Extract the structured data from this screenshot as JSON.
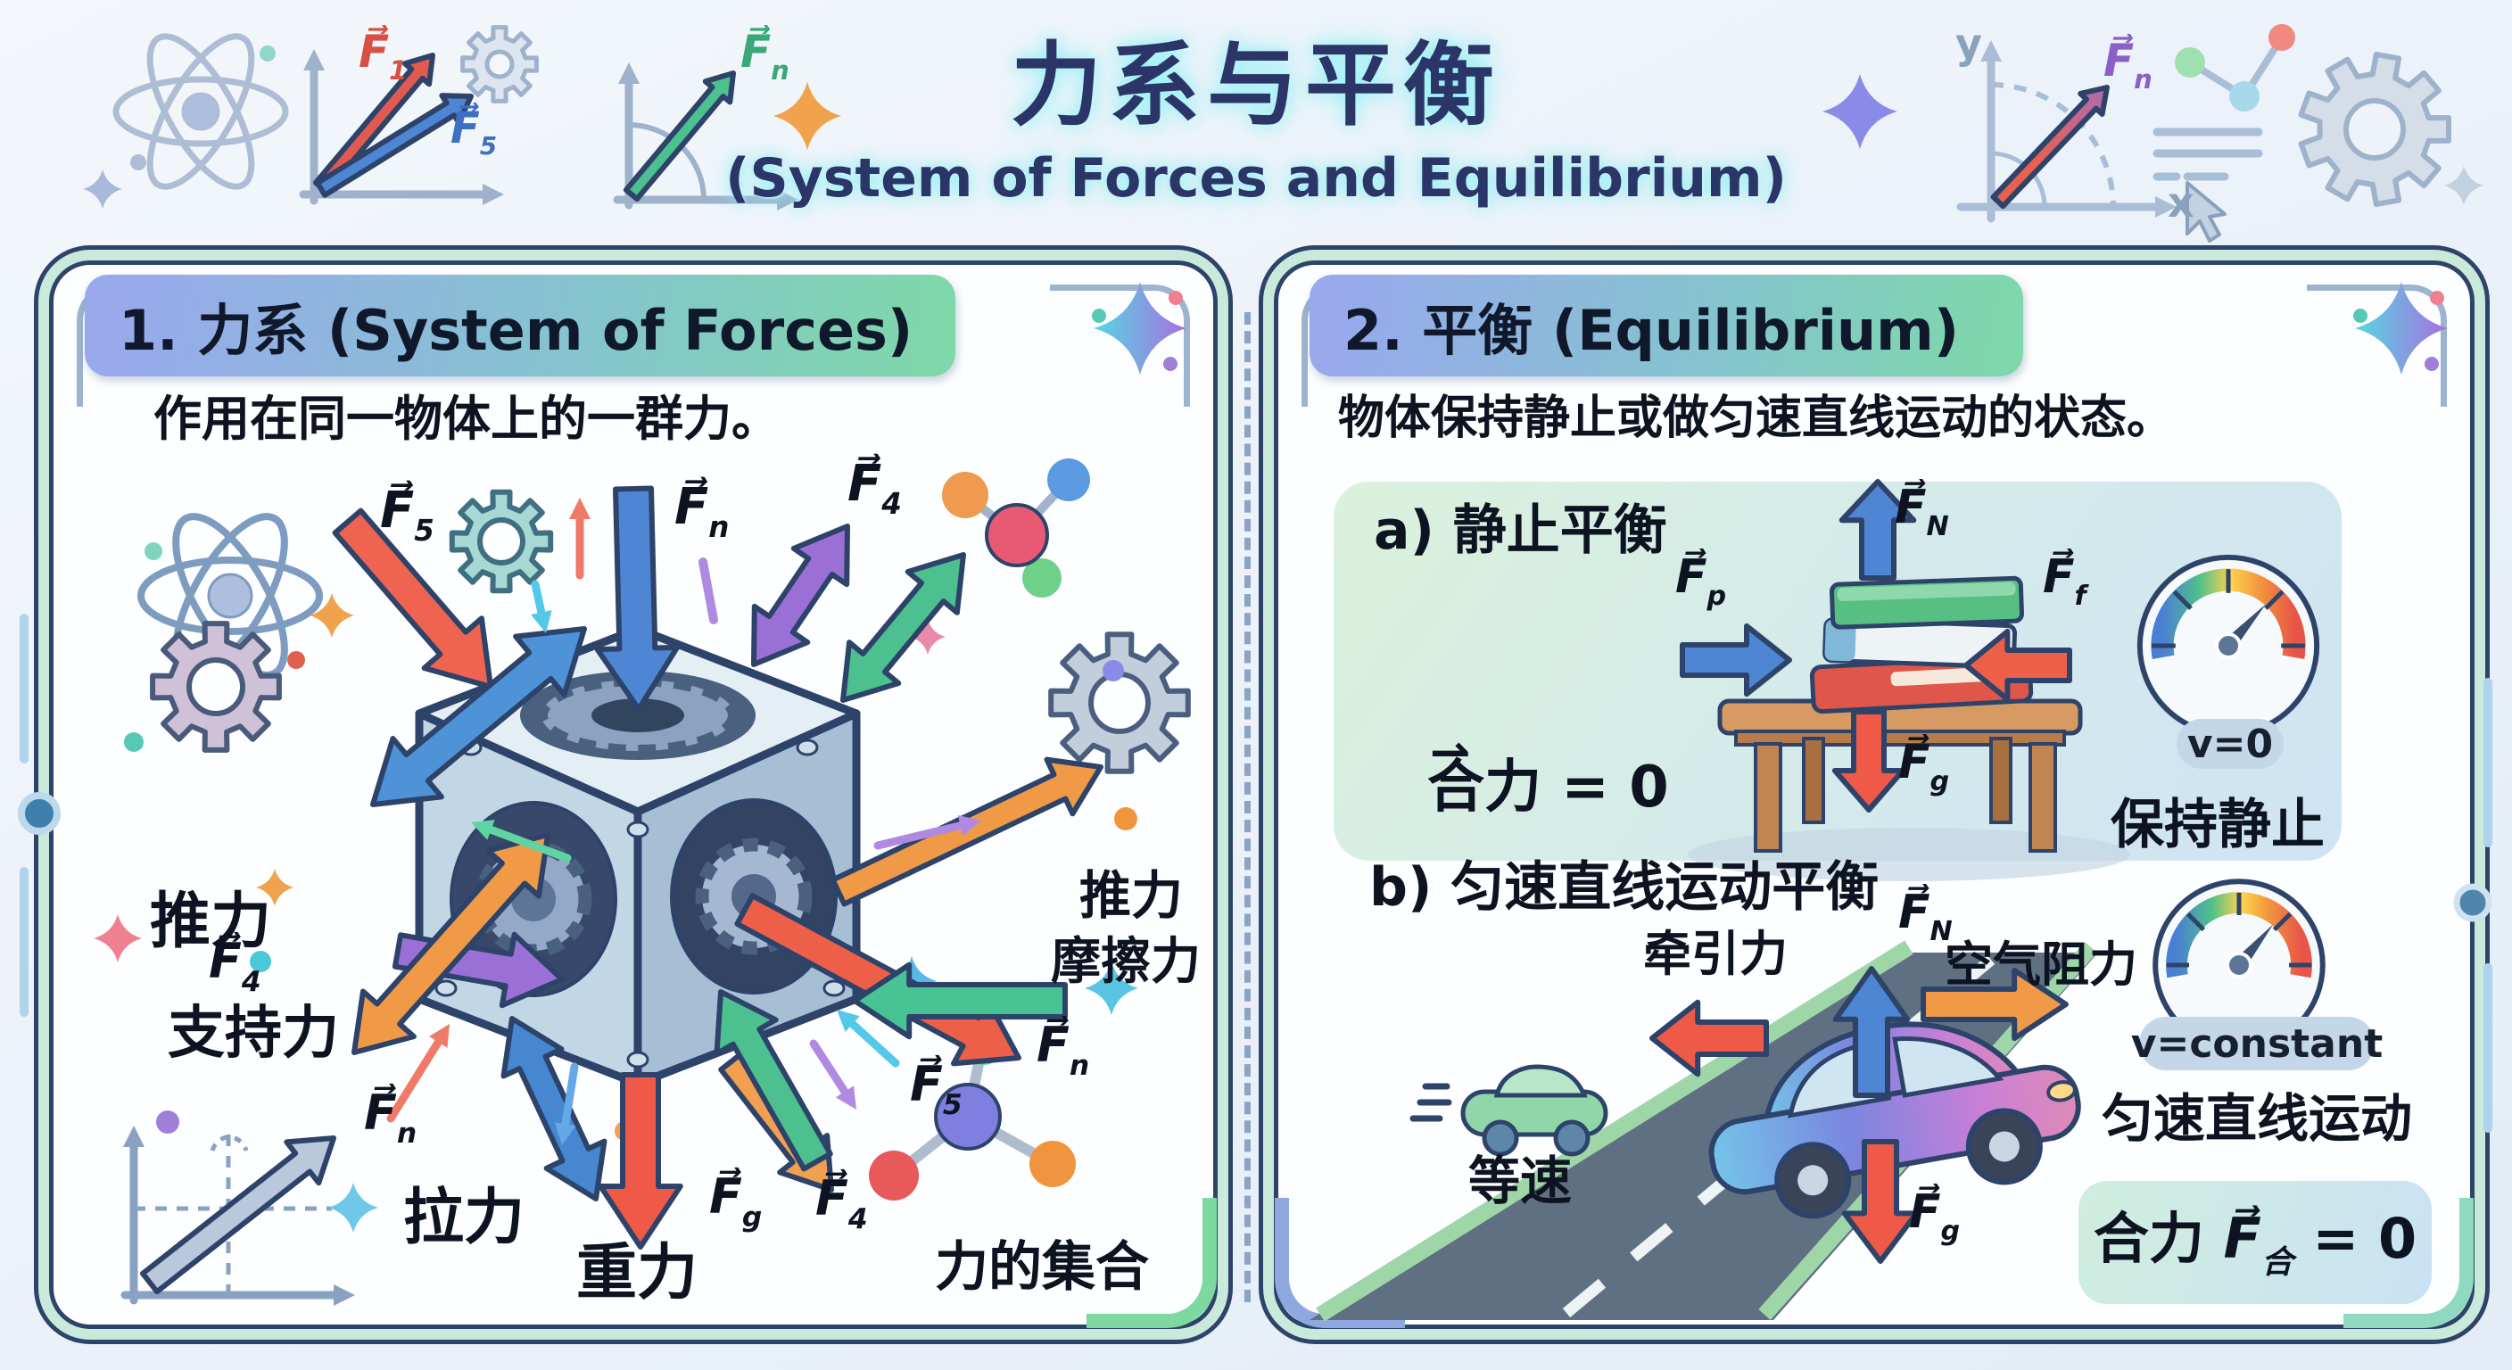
{
  "title": {
    "main": "力系与平衡",
    "sub": "(System of Forces and Equilibrium)"
  },
  "header_icons": {
    "left_graph": {
      "f1": {
        "base": "F⃗",
        "sub": "1"
      },
      "f5": {
        "base": "F⃗",
        "sub": "5"
      }
    },
    "green_graph": {
      "fn": {
        "base": "F⃗",
        "sub": "n"
      }
    },
    "purple_graph": {
      "fn": {
        "base": "F⃗",
        "sub": "n"
      },
      "axis_y": "y",
      "axis_x": "x"
    }
  },
  "left_panel": {
    "heading": "1. 力系 (System of Forces)",
    "description": "作用在同一物体上的一群力。",
    "forces": {
      "f5_top": {
        "base": "F⃗",
        "sub": "5"
      },
      "fn_top": {
        "base": "F⃗",
        "sub": "n"
      },
      "f4_top": {
        "base": "F⃗",
        "sub": "4"
      },
      "push_left": "推力",
      "f4_left": {
        "base": "F⃗",
        "sub": "4"
      },
      "support": "支持力",
      "fn_left": {
        "base": "F⃗",
        "sub": "n"
      },
      "pull": "拉力",
      "gravity": "重力",
      "fg": {
        "base": "F⃗",
        "sub": "g"
      },
      "f4_bottom": {
        "base": "F⃗",
        "sub": "4"
      },
      "f5_right": {
        "base": "F⃗",
        "sub": "5"
      },
      "fn_right": {
        "base": "F⃗",
        "sub": "n"
      },
      "push_right": "推力",
      "friction": "摩擦力",
      "force_set": "力的集合"
    }
  },
  "right_panel": {
    "heading": "2. 平衡 (Equilibrium)",
    "description": "物体保持静止或做匀速直线运动的状态。",
    "section_a": {
      "title": "a) 静止平衡",
      "fN": {
        "base": "F⃗",
        "sub": "N"
      },
      "fp": {
        "base": "F⃗",
        "sub": "p"
      },
      "ff": {
        "base": "F⃗",
        "sub": "f"
      },
      "fg": {
        "base": "F⃗",
        "sub": "g"
      },
      "net_force": {
        "arrow": "⇀",
        "label": "合力",
        "eq": "= 0"
      },
      "gauge": "v=0",
      "status": "保持静止"
    },
    "section_b": {
      "title": "b) 匀速直线运动平衡",
      "traction": "牵引力",
      "air_resistance": "空气阻力",
      "fN": {
        "base": "F⃗",
        "sub": "N"
      },
      "fg": {
        "base": "F⃗",
        "sub": "g"
      },
      "constant_speed": "等速",
      "gauge": "v=constant",
      "motion": "匀速直线运动",
      "net_force": {
        "label": "合力",
        "base": "F⃗",
        "sub": "合",
        "eq": "= 0"
      }
    }
  },
  "colors": {
    "outline": "#2e4369",
    "title": "#2b3568",
    "glow": "#9ef0f0",
    "pill_start": "#98a9ec",
    "pill_end": "#7ed9a8",
    "arrow_red": "#ee5f4a",
    "arrow_blue": "#4e86d4",
    "arrow_green": "#4cc08e",
    "arrow_purple": "#9a6fd6",
    "arrow_orange": "#f09a48"
  }
}
